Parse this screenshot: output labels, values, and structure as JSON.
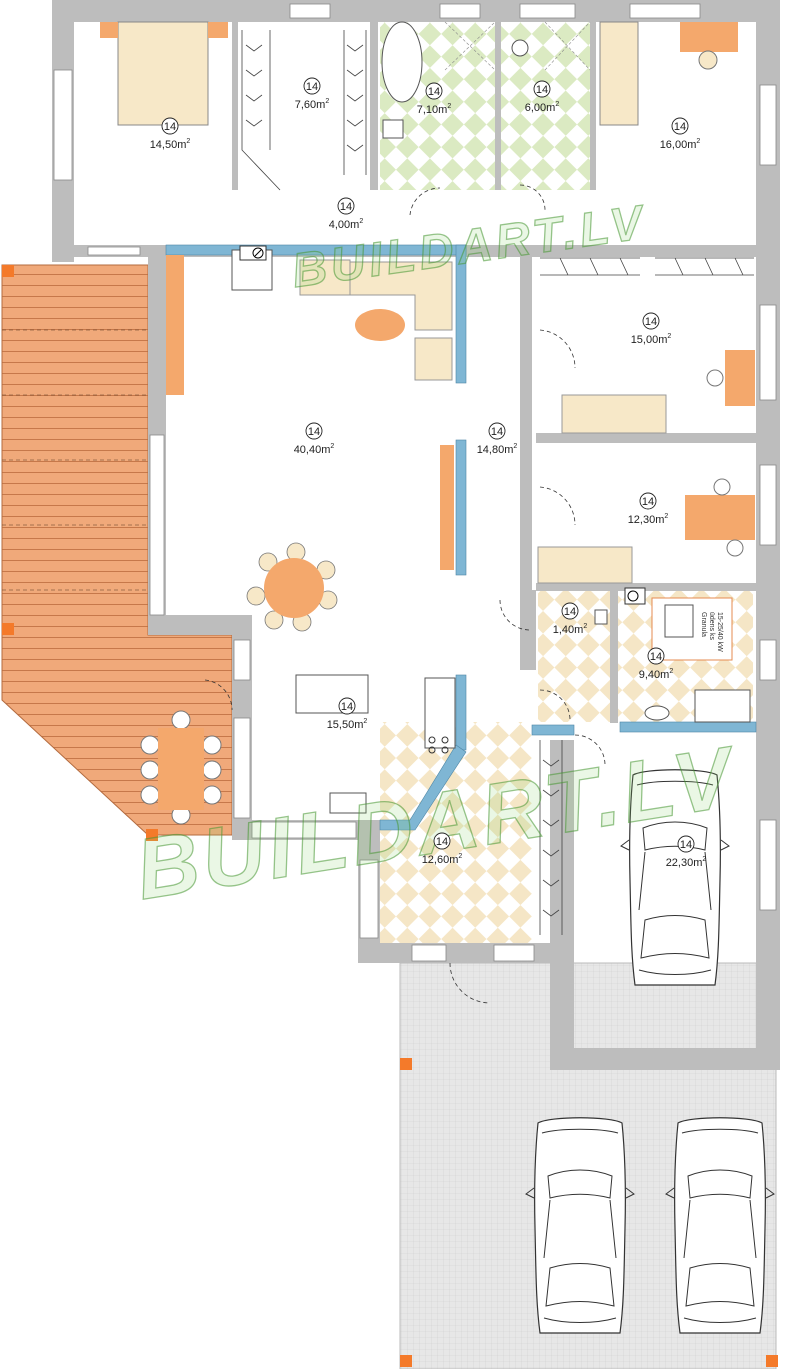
{
  "watermark": "BUILDART.LV",
  "colors": {
    "wall": "#bdbdbd",
    "blue_wall": "#7fb6d4",
    "terrace": "#f0a97a",
    "furniture_orange": "#f4a86c",
    "furniture_cream": "#f7e8c8",
    "tile_green": "#dbeac2",
    "tile_beige": "#f5e6c6",
    "paving": "#e3e3e3"
  },
  "rooms": [
    {
      "number": "14",
      "area": "14,50",
      "unit": "m",
      "sup": "2"
    },
    {
      "number": "14",
      "area": "7,60",
      "unit": "m",
      "sup": "2"
    },
    {
      "number": "14",
      "area": "7,10",
      "unit": "m",
      "sup": "2"
    },
    {
      "number": "14",
      "area": "6,00",
      "unit": "m",
      "sup": "2"
    },
    {
      "number": "14",
      "area": "16,00",
      "unit": "m",
      "sup": "2"
    },
    {
      "number": "14",
      "area": "4,00",
      "unit": "m",
      "sup": "2"
    },
    {
      "number": "14",
      "area": "15,00",
      "unit": "m",
      "sup": "2"
    },
    {
      "number": "14",
      "area": "40,40",
      "unit": "m",
      "sup": "2"
    },
    {
      "number": "14",
      "area": "14,80",
      "unit": "m",
      "sup": "2"
    },
    {
      "number": "14",
      "area": "12,30",
      "unit": "m",
      "sup": "2"
    },
    {
      "number": "14",
      "area": "1,40",
      "unit": "m",
      "sup": "2"
    },
    {
      "number": "14",
      "area": "9,40",
      "unit": "m",
      "sup": "2"
    },
    {
      "number": "14",
      "area": "15,50",
      "unit": "m",
      "sup": "2"
    },
    {
      "number": "14",
      "area": "12,60",
      "unit": "m",
      "sup": "2"
    },
    {
      "number": "14",
      "area": "22,30",
      "unit": "m",
      "sup": "2"
    }
  ],
  "boiler_label": [
    "Granula",
    "ūdens ks",
    "15-25/40 kW"
  ]
}
